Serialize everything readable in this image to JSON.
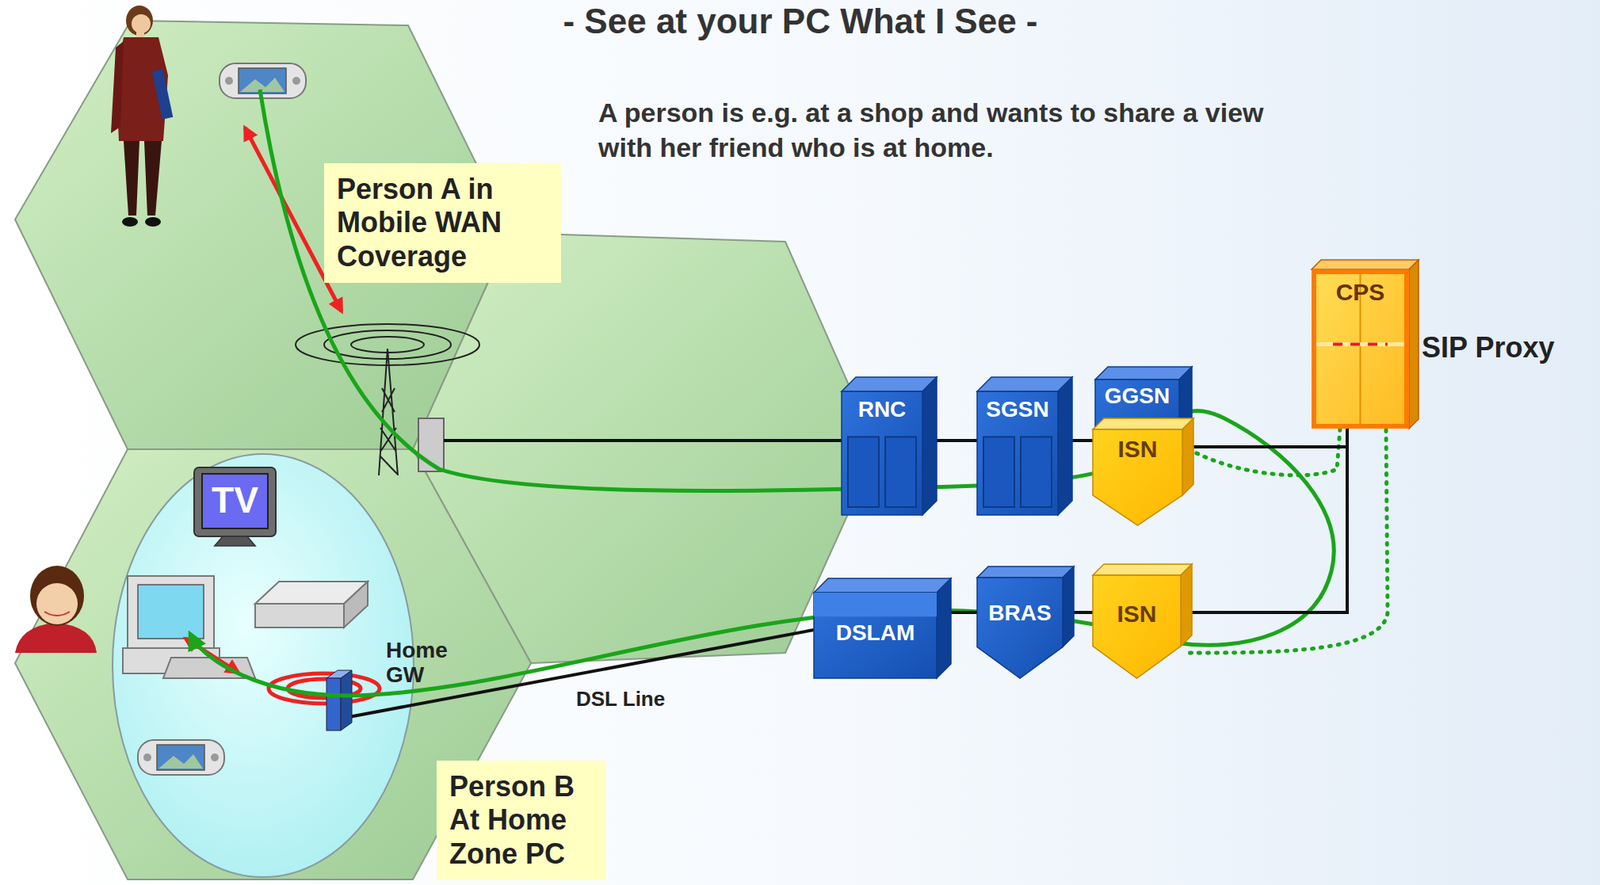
{
  "diagram": {
    "title": "- See at your PC What I See -",
    "nodes": [
      {
        "text": [
          "Person A in Mobile WAN Coverage"
        ]
      },
      {
        "text": [
          "RNC"
        ]
      },
      {
        "text": [
          "SGSN"
        ]
      },
      {
        "text": [
          "GGSN"
        ]
      },
      {
        "text": [
          "ISN"
        ]
      },
      {
        "text": [
          "CPS",
          "SIP Proxy"
        ]
      },
      {
        "text": [
          "TV"
        ]
      },
      {
        "text": [
          "DSLAM"
        ]
      },
      {
        "text": [
          "BRAS"
        ]
      },
      {
        "text": [
          "ISN"
        ]
      },
      {
        "text": [
          "Person B At Home Zone PC"
        ]
      }
    ],
    "edges": [
      {
        "from": 1,
        "to": 2,
        "arrow": "none"
      },
      {
        "from": 2,
        "to": 4,
        "arrow": "none"
      },
      {
        "from": 4,
        "to": 5,
        "arrow": "none"
      },
      {
        "from": 7,
        "to": 8,
        "arrow": "none"
      },
      {
        "from": 8,
        "to": 9,
        "arrow": "none"
      },
      {
        "from": 9,
        "to": 5,
        "arrow": "none"
      }
    ],
    "labels": [
      "A person is e.g. at a shop and wants to share a view with her friend who is at home.",
      "Home GW",
      "DSL Line"
    ]
  }
}
